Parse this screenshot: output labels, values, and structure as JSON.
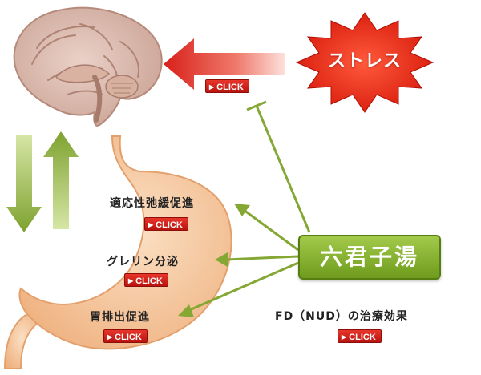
{
  "stress": {
    "label": "ストレス"
  },
  "herb": {
    "label": "六君子湯"
  },
  "effects": [
    {
      "label": "適応性弛緩促進"
    },
    {
      "label": "グレリン分泌"
    },
    {
      "label": "胃排出促進"
    }
  ],
  "fd_effect": {
    "label": "FD（NUD）の治療効果"
  },
  "click_label": "CLICK",
  "colors": {
    "stress_red": "#e32a1e",
    "herb_green": "#7fa82b",
    "arrow_green": "#8fb33c",
    "click_red": "#c8201a",
    "stomach": "#f4c49a"
  }
}
